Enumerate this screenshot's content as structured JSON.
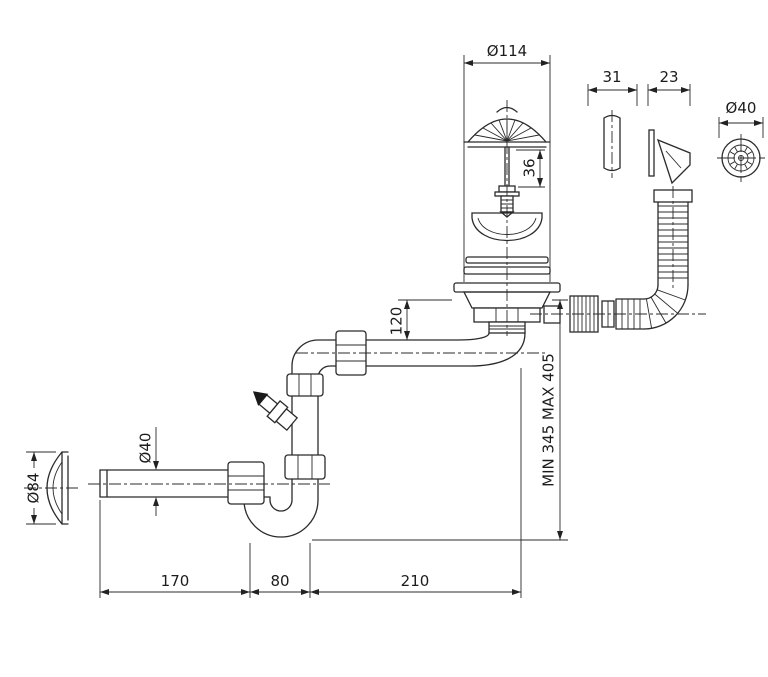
{
  "diagram": {
    "strainer": {
      "diameter": "Ø114",
      "screw_length": "36"
    },
    "outlet_parts": {
      "tube_offset": "31",
      "cone_offset": "23",
      "hose_end_diameter": "Ø40"
    },
    "trap": {
      "inlet_drop": "120",
      "pipe_diameter": "Ø40",
      "wall_cap_diameter": "Ø84",
      "installed_height": "MIN 345 MAX 405"
    },
    "footprint": {
      "outlet_length": "170",
      "trap_width": "80",
      "inlet_offset": "210"
    }
  }
}
